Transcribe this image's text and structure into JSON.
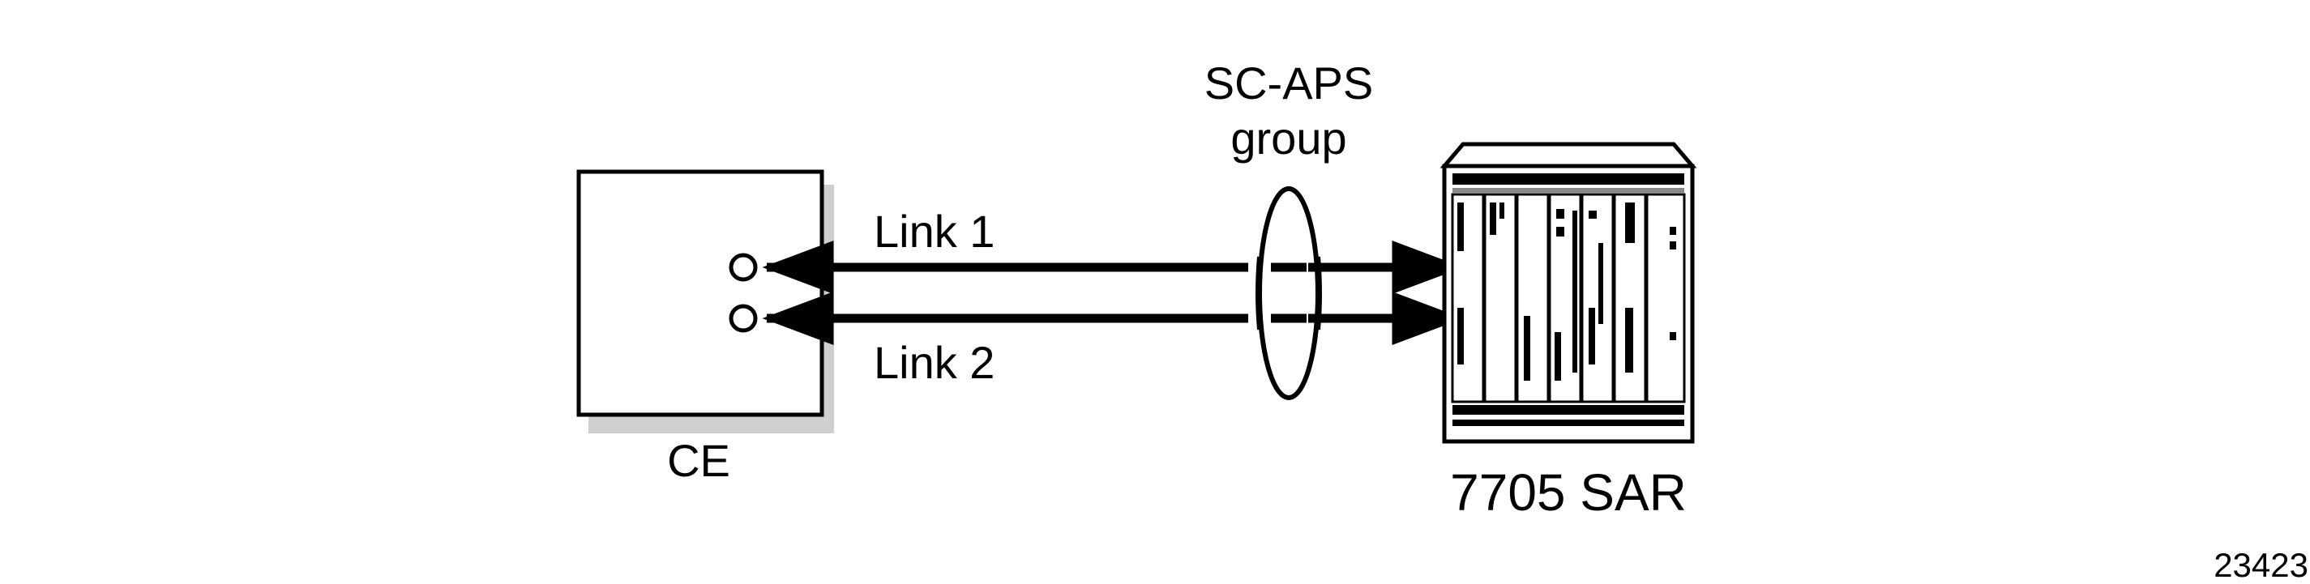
{
  "diagram": {
    "ce_label": "CE",
    "link1_label": "Link 1",
    "link2_label": "Link 2",
    "group_label_line1": "SC-APS",
    "group_label_line2": "group",
    "router_label": "7705 SAR",
    "figure_id": "23423"
  }
}
